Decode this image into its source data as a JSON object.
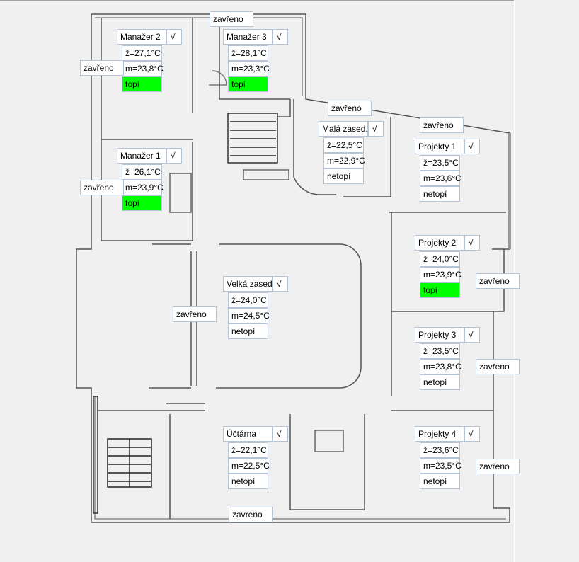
{
  "closed_label": "zavřeno",
  "check_symbol": "√",
  "colors": {
    "heating": "#00ff00",
    "box_border": "#b4c3d7",
    "background": "#f0f0f0"
  },
  "rooms": [
    {
      "name": "Manažer 2",
      "z": "ž=27,1°C",
      "m": "m=23,8°C",
      "status": "topí",
      "heating": true
    },
    {
      "name": "Manažer 3",
      "z": "ž=28,1°C",
      "m": "m=23,3°C",
      "status": "topí",
      "heating": true
    },
    {
      "name": "Manažer 1",
      "z": "ž=26,1°C",
      "m": "m=23,9°C",
      "status": "topí",
      "heating": true
    },
    {
      "name": "Malá zased.",
      "z": "ž=22,5°C",
      "m": "m=22,9°C",
      "status": "netopí",
      "heating": false
    },
    {
      "name": "Projekty 1",
      "z": "ž=23,5°C",
      "m": "m=23,6°C",
      "status": "netopí",
      "heating": false
    },
    {
      "name": "Projekty 2",
      "z": "ž=24,0°C",
      "m": "m=23,9°C",
      "status": "topí",
      "heating": true
    },
    {
      "name": "Velká zased.",
      "z": "ž=24,0°C",
      "m": "m=24,5°C",
      "status": "netopí",
      "heating": false
    },
    {
      "name": "Projekty 3",
      "z": "ž=23,5°C",
      "m": "m=23,8°C",
      "status": "netopí",
      "heating": false
    },
    {
      "name": "Účtárna",
      "z": "ž=22,1°C",
      "m": "m=22,5°C",
      "status": "netopí",
      "heating": false
    },
    {
      "name": "Projekty 4",
      "z": "ž=23,6°C",
      "m": "m=23,5°C",
      "status": "netopí",
      "heating": false
    }
  ],
  "windows": [
    "zavřeno",
    "zavřeno",
    "zavřeno",
    "zavřeno",
    "zavřeno",
    "zavřeno",
    "zavřeno",
    "zavřeno",
    "zavřeno",
    "zavřeno"
  ]
}
